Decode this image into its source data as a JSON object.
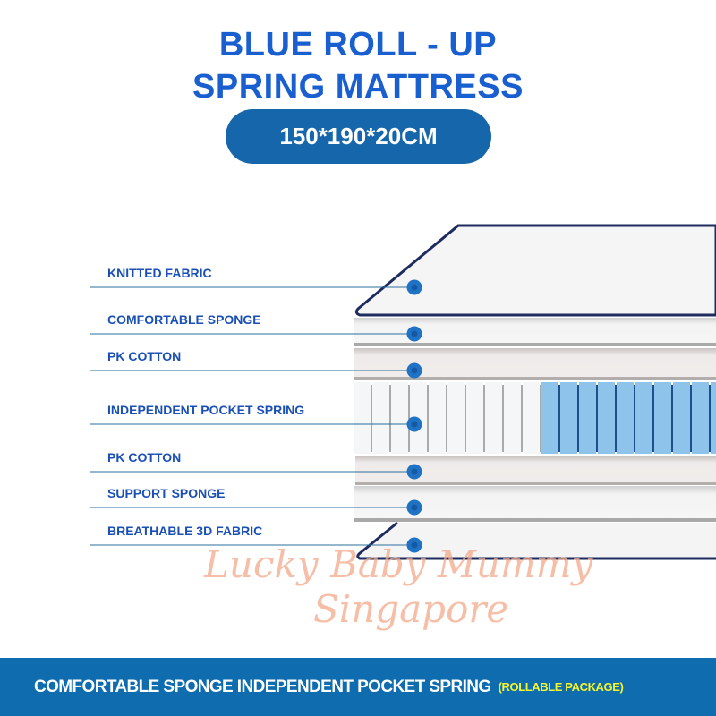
{
  "header": {
    "title_line1": "BLUE ROLL - UP",
    "title_line2": "SPRING MATTRESS",
    "size": "150*190*20CM"
  },
  "layers": [
    {
      "label": "KNITTED FABRIC"
    },
    {
      "label": "COMFORTABLE SPONGE"
    },
    {
      "label": "PK COTTON"
    },
    {
      "label": "INDEPENDENT POCKET SPRING"
    },
    {
      "label": "PK COTTON"
    },
    {
      "label": "SUPPORT SPONGE"
    },
    {
      "label": "BREATHABLE 3D FABRIC"
    }
  ],
  "watermark": {
    "line1": "Lucky Baby Mummy",
    "line2": "Singapore"
  },
  "footer": {
    "main": "COMFORTABLE SPONGE INDEPENDENT POCKET SPRING",
    "sub": "(ROLLABLE PACKAGE)"
  },
  "colors": {
    "title": "#1a5fd0",
    "pill": "#1566aa",
    "footer": "#0f6cae",
    "footer_sub": "#f4f52a",
    "marker": "#1f72c4",
    "spring_blue": "#8fc4ea"
  }
}
